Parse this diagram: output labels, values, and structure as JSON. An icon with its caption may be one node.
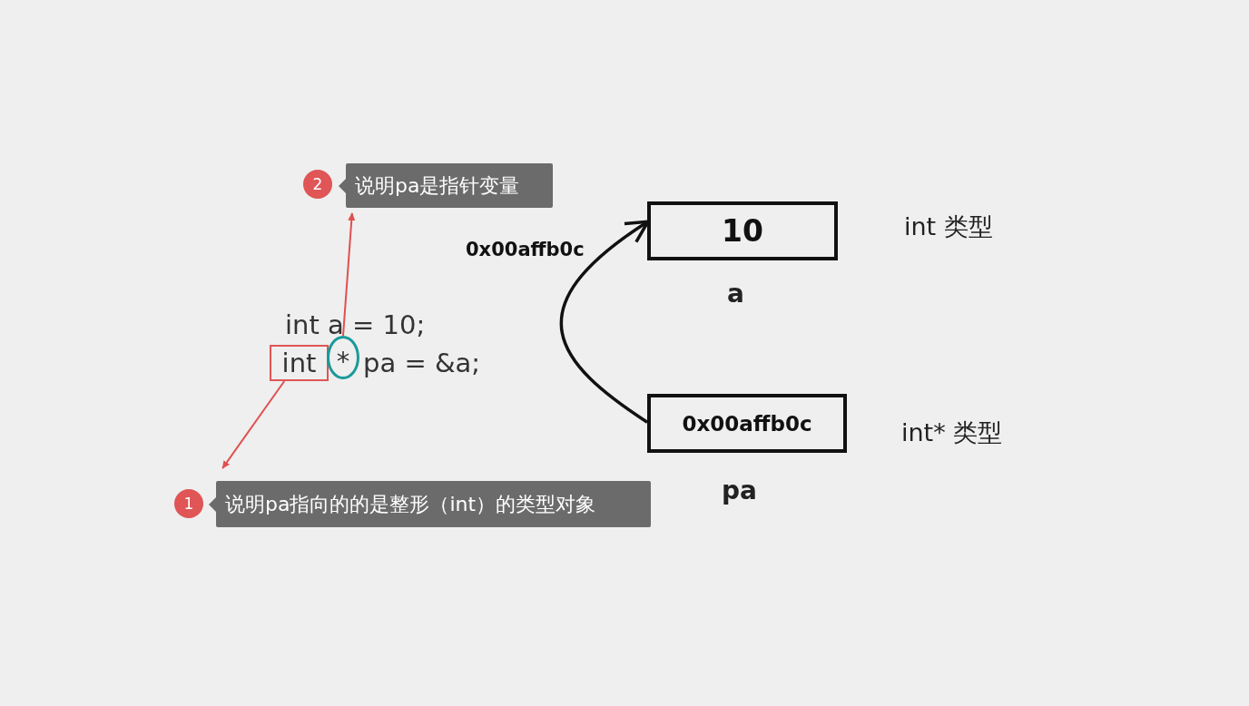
{
  "diagram": {
    "nodes": [
      {
        "text": [
          "2"
        ]
      },
      {
        "text": [
          "说明pa是指针变量"
        ]
      },
      {
        "text": [
          "int"
        ]
      },
      {
        "text": [
          "*"
        ]
      },
      {
        "text": [
          "10"
        ],
        "beside": [
          "a",
          "int 类型"
        ]
      },
      {
        "text": [
          "0x00affb0c"
        ],
        "beside": [
          "pa",
          "int*  类型"
        ]
      },
      {
        "text": [
          "1"
        ]
      },
      {
        "text": [
          "说明pa指向的的是整形（int）的类型对象"
        ]
      }
    ],
    "edges": [
      {
        "from": 2,
        "to": 7,
        "arrow": "to"
      },
      {
        "from": 3,
        "to": 1,
        "arrow": "to"
      },
      {
        "from": 5,
        "to": 4,
        "arrow": "to",
        "label": "0x00affb0c",
        "color": "#111111"
      }
    ],
    "labels": [
      "int a = 10;",
      "pa = &a;"
    ]
  }
}
